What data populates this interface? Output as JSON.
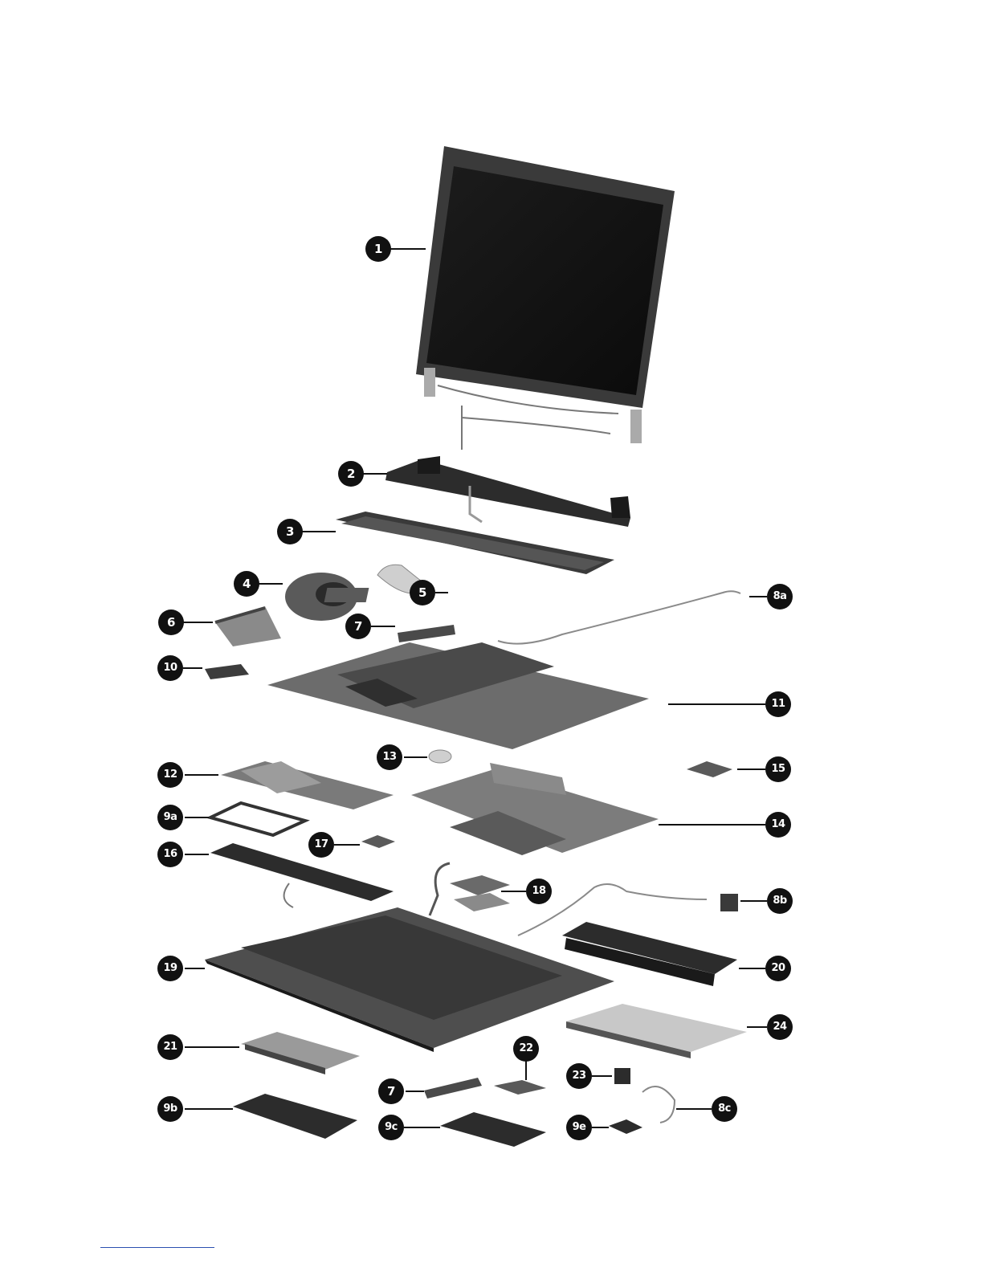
{
  "callouts": {
    "c1": "1",
    "c2": "2",
    "c3": "3",
    "c4": "4",
    "c5": "5",
    "c6": "6",
    "c7a": "7",
    "c7b": "7",
    "c8a": "8a",
    "c8b": "8b",
    "c8c": "8c",
    "c9a": "9a",
    "c9b": "9b",
    "c9c": "9c",
    "c9e": "9e",
    "c10": "10",
    "c11": "11",
    "c12": "12",
    "c13": "13",
    "c14": "14",
    "c15": "15",
    "c16": "16",
    "c17": "17",
    "c18": "18",
    "c19": "19",
    "c20": "20",
    "c21": "21",
    "c22": "22",
    "c23": "23",
    "c24": "24"
  },
  "colors": {
    "callout_bg": "#111111",
    "callout_text": "#ffffff",
    "leader": "#111111",
    "part_dark": "#2b2b2b",
    "part_mid": "#6d6d6d",
    "part_light": "#bdbdbd",
    "footer_rule": "#2a4fb0"
  }
}
